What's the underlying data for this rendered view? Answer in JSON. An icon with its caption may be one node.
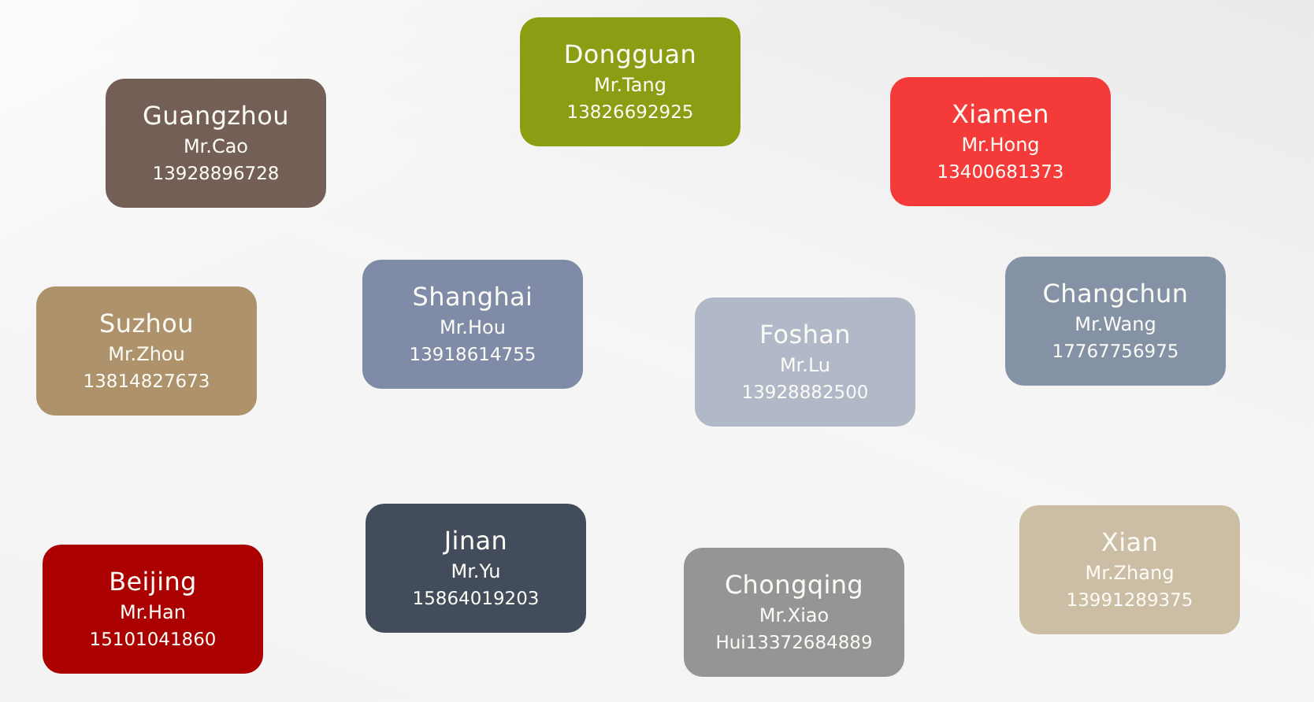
{
  "diagram": {
    "nodes": [
      {
        "text": [
          "Guangzhou",
          "Mr.Cao",
          "13928896728"
        ]
      },
      {
        "text": [
          "Dongguan",
          "Mr.Tang",
          "13826692925"
        ]
      },
      {
        "text": [
          "Xiamen",
          "Mr.Hong",
          "13400681373"
        ]
      },
      {
        "text": [
          "Suzhou",
          "Mr.Zhou",
          "13814827673"
        ]
      },
      {
        "text": [
          "Shanghai",
          "Mr.Hou",
          "13918614755"
        ]
      },
      {
        "text": [
          "Foshan",
          "Mr.Lu",
          "13928882500"
        ]
      },
      {
        "text": [
          "Changchun",
          "Mr.Wang",
          "17767756975"
        ]
      },
      {
        "text": [
          "Beijing",
          "Mr.Han",
          "15101041860"
        ]
      },
      {
        "text": [
          "Jinan",
          "Mr.Yu",
          "15864019203"
        ]
      },
      {
        "text": [
          "Chongqing",
          "Mr.Xiao",
          "Hui13372684889"
        ]
      },
      {
        "text": [
          "Xian",
          "Mr.Zhang",
          "13991289375"
        ]
      }
    ]
  }
}
